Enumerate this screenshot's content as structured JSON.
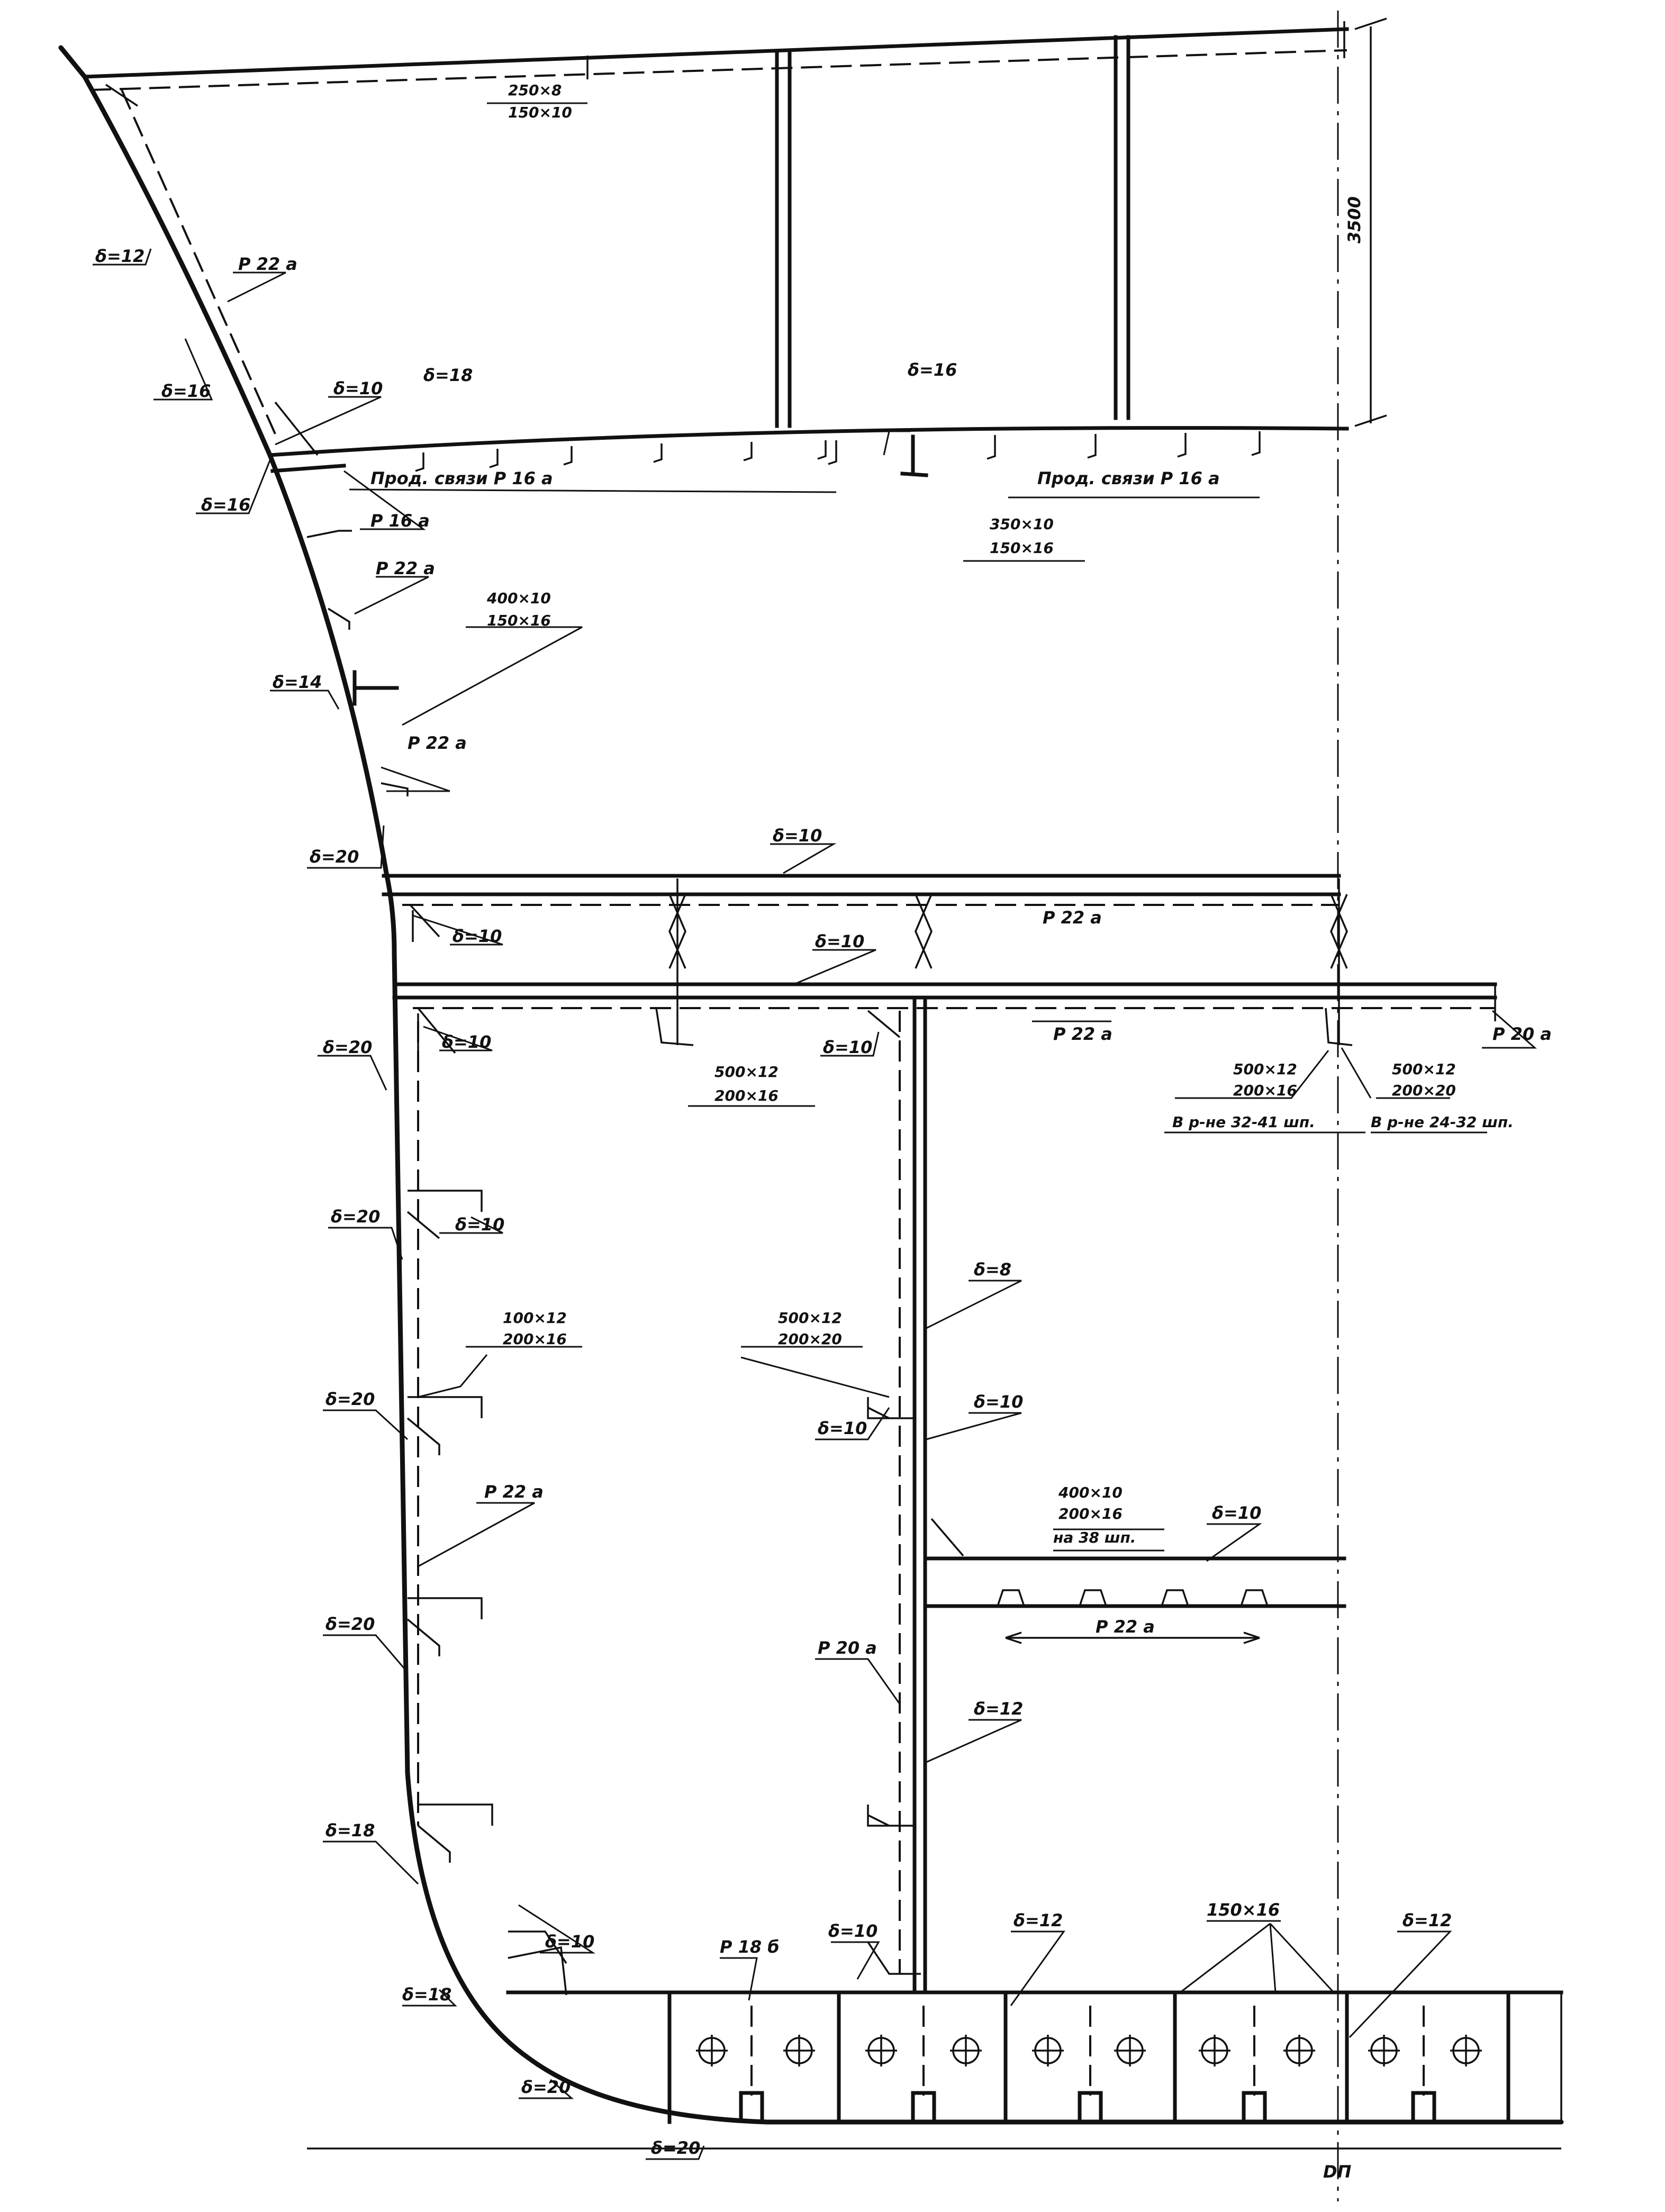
{
  "dimensions": {
    "height": "3500"
  },
  "plates": {
    "side_upper": "δ=12",
    "side_2": "δ=16",
    "deck_beam_bracket": "δ=10",
    "deck_plate": "δ=18",
    "side_3": "δ=16",
    "deck_main": "δ=16",
    "side_4": "δ=14",
    "side_5": "δ=20",
    "platform_upper": "δ=10",
    "bracket_1": "δ=10",
    "platform_lower": "δ=10",
    "bracket_2": "δ=10",
    "bracket_3": "δ=10",
    "side_6": "δ=20",
    "side_7": "δ=20",
    "web_bracket": "δ=10",
    "side_8": "δ=20",
    "side_9": "δ=20",
    "bulkhead_upper": "δ=8",
    "bulkhead_mid": "δ=10",
    "bulkhead_bracket": "δ=10",
    "inner_deck": "δ=10",
    "bulkhead_lower": "δ=12",
    "side_10": "δ=18",
    "bilge_bracket": "δ=10",
    "side_11": "δ=18",
    "floor_bracket": "δ=10",
    "inner_bottom": "δ=12",
    "keel_side": "δ=12",
    "bilge": "δ=20",
    "bottom": "δ=20"
  },
  "profiles": {
    "top_beam_num": "250×8",
    "top_beam_den": "150×10",
    "bulb_side": "P 22 a",
    "long_deck_left": "Прод. связи  P 16 a",
    "long_deck_right": "Прод. связи  P 16 a",
    "deck_girder_num": "350×10",
    "deck_girder_den": "150×16",
    "frame_p16": "P 16 a",
    "frame_p22_1": "P 22 a",
    "web_frame_num": "400×10",
    "web_frame_den": "150×16",
    "frame_p22_2": "P 22 a",
    "platform_long": "P 22 a",
    "platform_long2": "P 22 a",
    "platform_p20": "P 20 a",
    "platform_girder_num": "500×12",
    "platform_girder_den": "200×16",
    "girder_a_num": "500×12",
    "girder_a_den": "200×16",
    "girder_a_note": "В р-не 32-41 шп.",
    "girder_b_num": "500×12",
    "girder_b_den": "200×20",
    "girder_b_note": "В р-не 24-32 шп.",
    "side_web_num": "100×12",
    "side_web_den": "200×16",
    "bulkhead_web_num": "500×12",
    "bulkhead_web_den": "200×20",
    "side_frame_p22": "P 22 a",
    "inner_deck_web_num": "400×10",
    "inner_deck_web_den": "200×16",
    "inner_deck_note": "на 38 шп.",
    "inner_deck_long": "P 22 a",
    "bulkhead_stiff": "P 20 a",
    "floor_stiff": "P 18 б",
    "floor_face": "150×16"
  },
  "centerline": "DП"
}
